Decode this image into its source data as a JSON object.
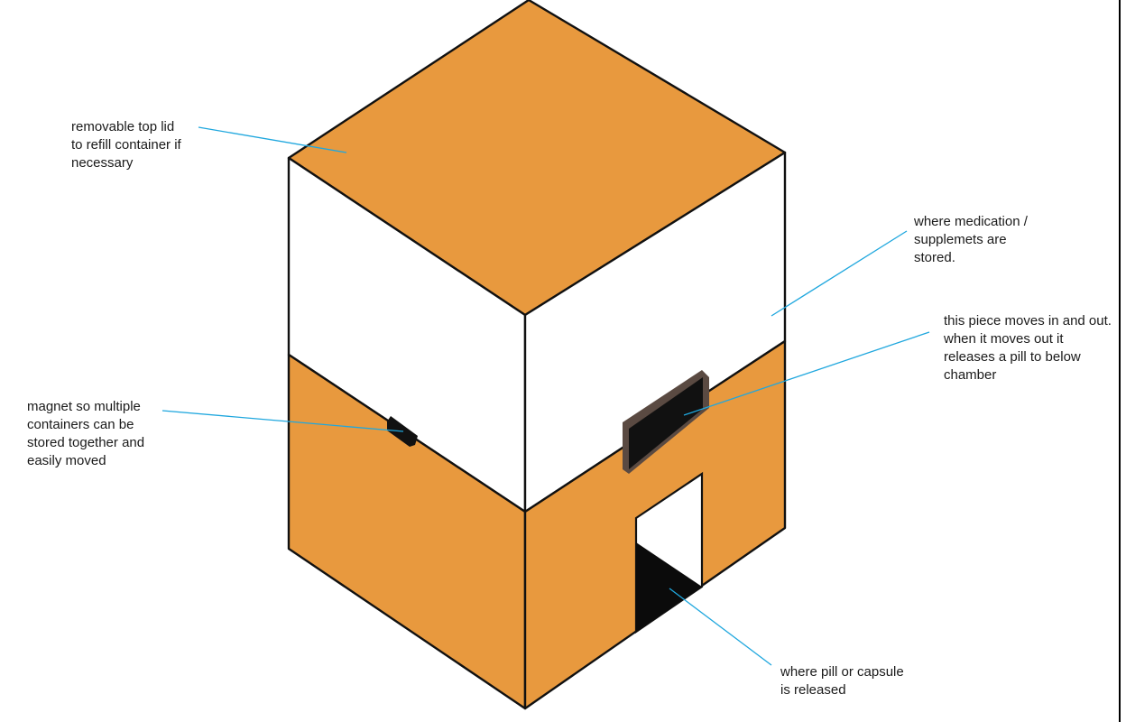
{
  "colors": {
    "body_orange": "#e8993e",
    "chamber_white": "#ffffff",
    "outline": "#111111",
    "leader_line": "#1fa7de",
    "slider_dark": "#111111",
    "slider_rim": "#5a4a42",
    "page_border": "#000000"
  },
  "annotations": {
    "lid": {
      "lines": [
        "removable top lid",
        "to refill container if",
        "necessary"
      ]
    },
    "storage": {
      "lines": [
        "where medication /",
        "supplemets are",
        "stored."
      ]
    },
    "slider": {
      "lines": [
        "this piece moves in and out.",
        "when it moves out it",
        "releases a pill to below",
        "chamber"
      ]
    },
    "magnet": {
      "lines": [
        "magnet so multiple",
        "containers can be",
        "stored together and",
        "easily moved"
      ]
    },
    "release": {
      "lines": [
        "where pill or capsule",
        "is released"
      ]
    }
  }
}
